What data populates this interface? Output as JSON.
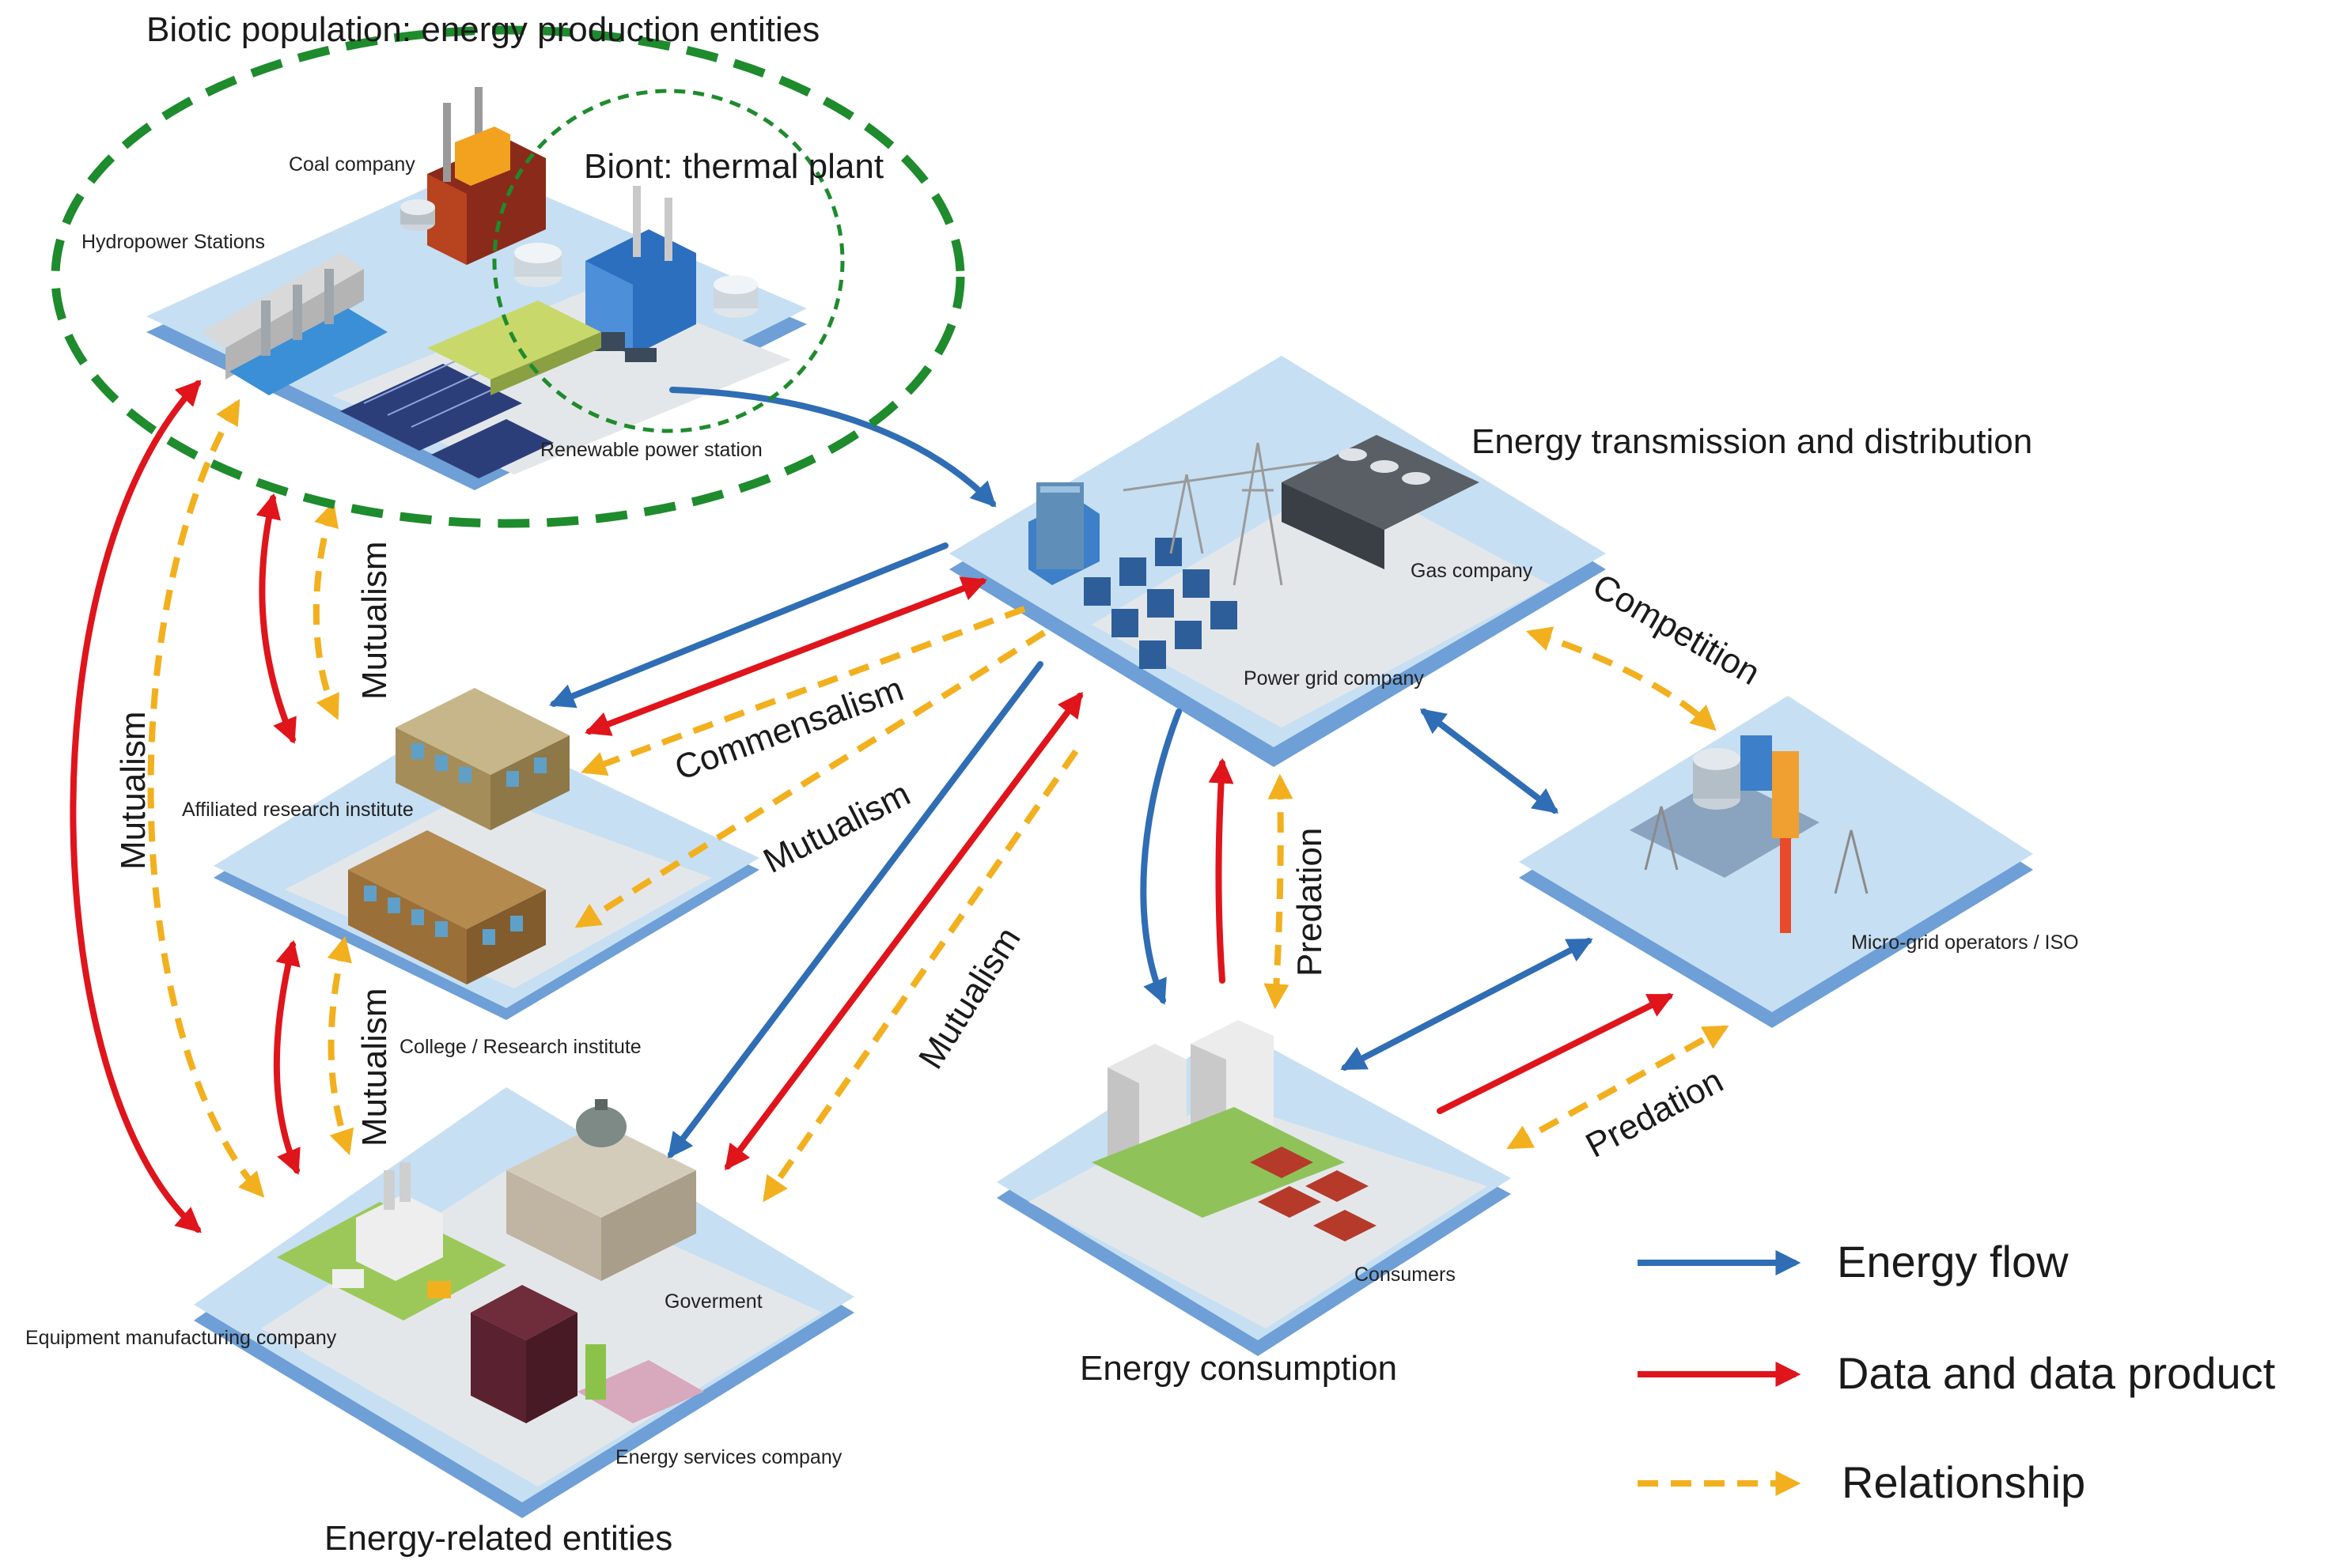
{
  "titles": {
    "biotic_population": "Biotic population: energy production entities",
    "biont": "Biont: thermal plant",
    "transmission": "Energy transmission and distribution",
    "consumption": "Energy consumption",
    "related": "Energy-related entities"
  },
  "entities": {
    "coal_company": "Coal company",
    "hydropower": "Hydropower Stations",
    "renewable": "Renewable power station",
    "gas_company": "Gas company",
    "power_grid": "Power grid company",
    "affiliated_research": "Affiliated research institute",
    "college": "College / Research institute",
    "equipment": "Equipment manufacturing company",
    "government": "Goverment",
    "energy_services": "Energy services company",
    "consumers": "Consumers",
    "microgrid": "Micro-grid operators / ISO"
  },
  "relationships": {
    "mutualism_1": "Mutualism",
    "mutualism_2": "Mutualism",
    "mutualism_3": "Mutualism",
    "mutualism_4": "Mutualism",
    "mutualism_5": "Mutualism",
    "commensalism": "Commensalism",
    "competition": "Competition",
    "predation_1": "Predation",
    "predation_2": "Predation"
  },
  "legend": {
    "energy_flow": "Energy flow",
    "data": "Data and data product",
    "relationship": "Relationship"
  },
  "colors": {
    "energy_flow": "#2f6db5",
    "data": "#e0141b",
    "relationship": "#f2b01e",
    "population_boundary": "#1e8b2d",
    "platform_top": "#c6dff3",
    "platform_edge": "#6e9fd6"
  }
}
